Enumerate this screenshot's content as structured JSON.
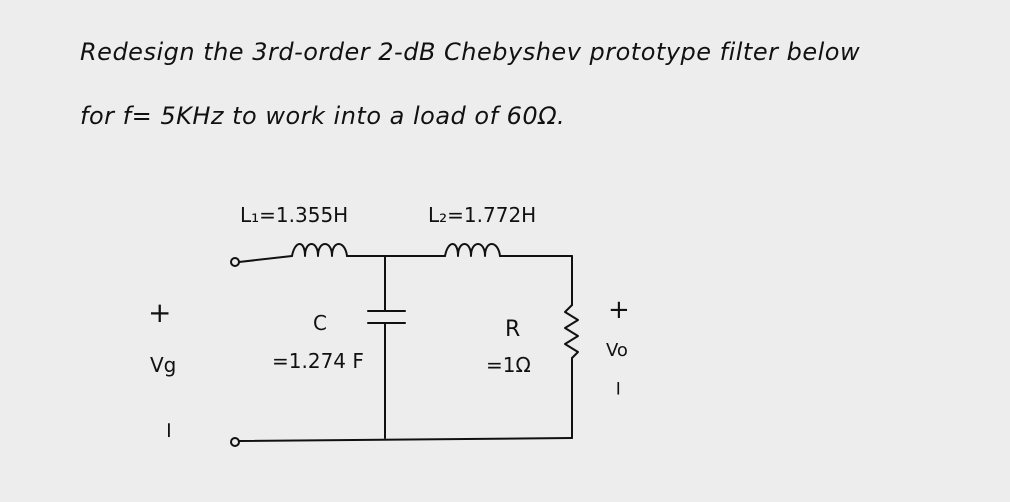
{
  "problem": {
    "line1": "Redesign the 3rd-order 2-dB Chebyshev prototype filter below",
    "line2": "for f= 5KHz to work into a load of 60Ω."
  },
  "circuit": {
    "L1_label": "L₁=1.355H",
    "L2_label": "L₂=1.772H",
    "C_name": "C",
    "C_value": "=1.274 F",
    "R_name": "R",
    "R_value": "=1Ω",
    "vg_plus": "+",
    "vg_label": "Vg",
    "vg_minus": "−",
    "vo_plus": "+",
    "vo_label": "Vo",
    "vo_minus": "−"
  }
}
